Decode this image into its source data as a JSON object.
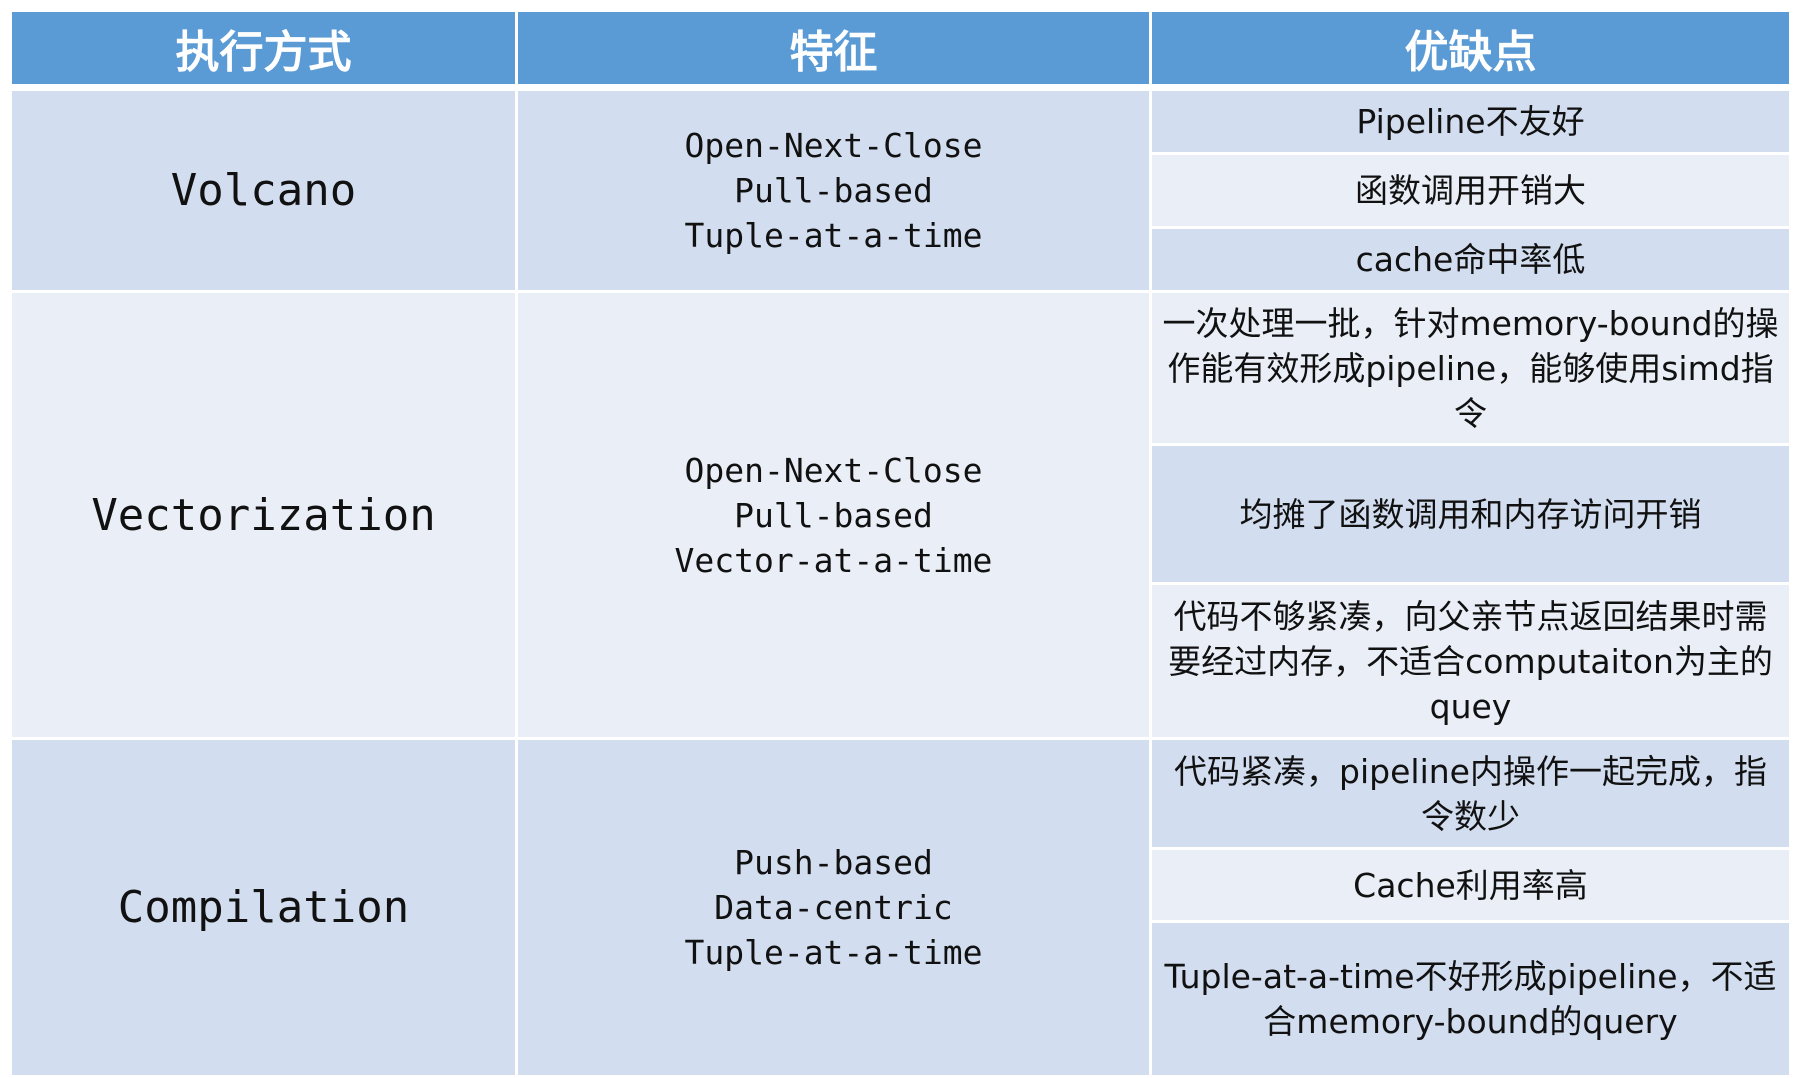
{
  "header": {
    "col_mode": "执行方式",
    "col_features": "特征",
    "col_pros_cons": "优缺点"
  },
  "rows": [
    {
      "mode": "Volcano",
      "features": [
        "Open-Next-Close",
        "Pull-based",
        "Tuple-at-a-time"
      ],
      "pros_cons": [
        "Pipeline不友好",
        "函数调用开销大",
        "cache命中率低"
      ]
    },
    {
      "mode": "Vectorization",
      "features": [
        "Open-Next-Close",
        "Pull-based",
        "Vector-at-a-time"
      ],
      "pros_cons": [
        "一次处理一批，针对memory-bound的操作能有效形成pipeline，能够使用simd指令",
        "均摊了函数调用和内存访问开销",
        "代码不够紧凑，向父亲节点返回结果时需要经过内存，不适合computaiton为主的quey"
      ]
    },
    {
      "mode": "Compilation",
      "features": [
        "Push-based",
        "Data-centric",
        "Tuple-at-a-time"
      ],
      "pros_cons": [
        "代码紧凑，pipeline内操作一起完成，指令数少",
        "Cache利用率高",
        "Tuple-at-a-time不好形成pipeline，不适合memory-bound的query"
      ]
    }
  ],
  "colors": {
    "header_bg": "#5b9bd5",
    "cell_dark": "#d2ddef",
    "cell_light": "#e9eef7",
    "border": "#ffffff"
  }
}
